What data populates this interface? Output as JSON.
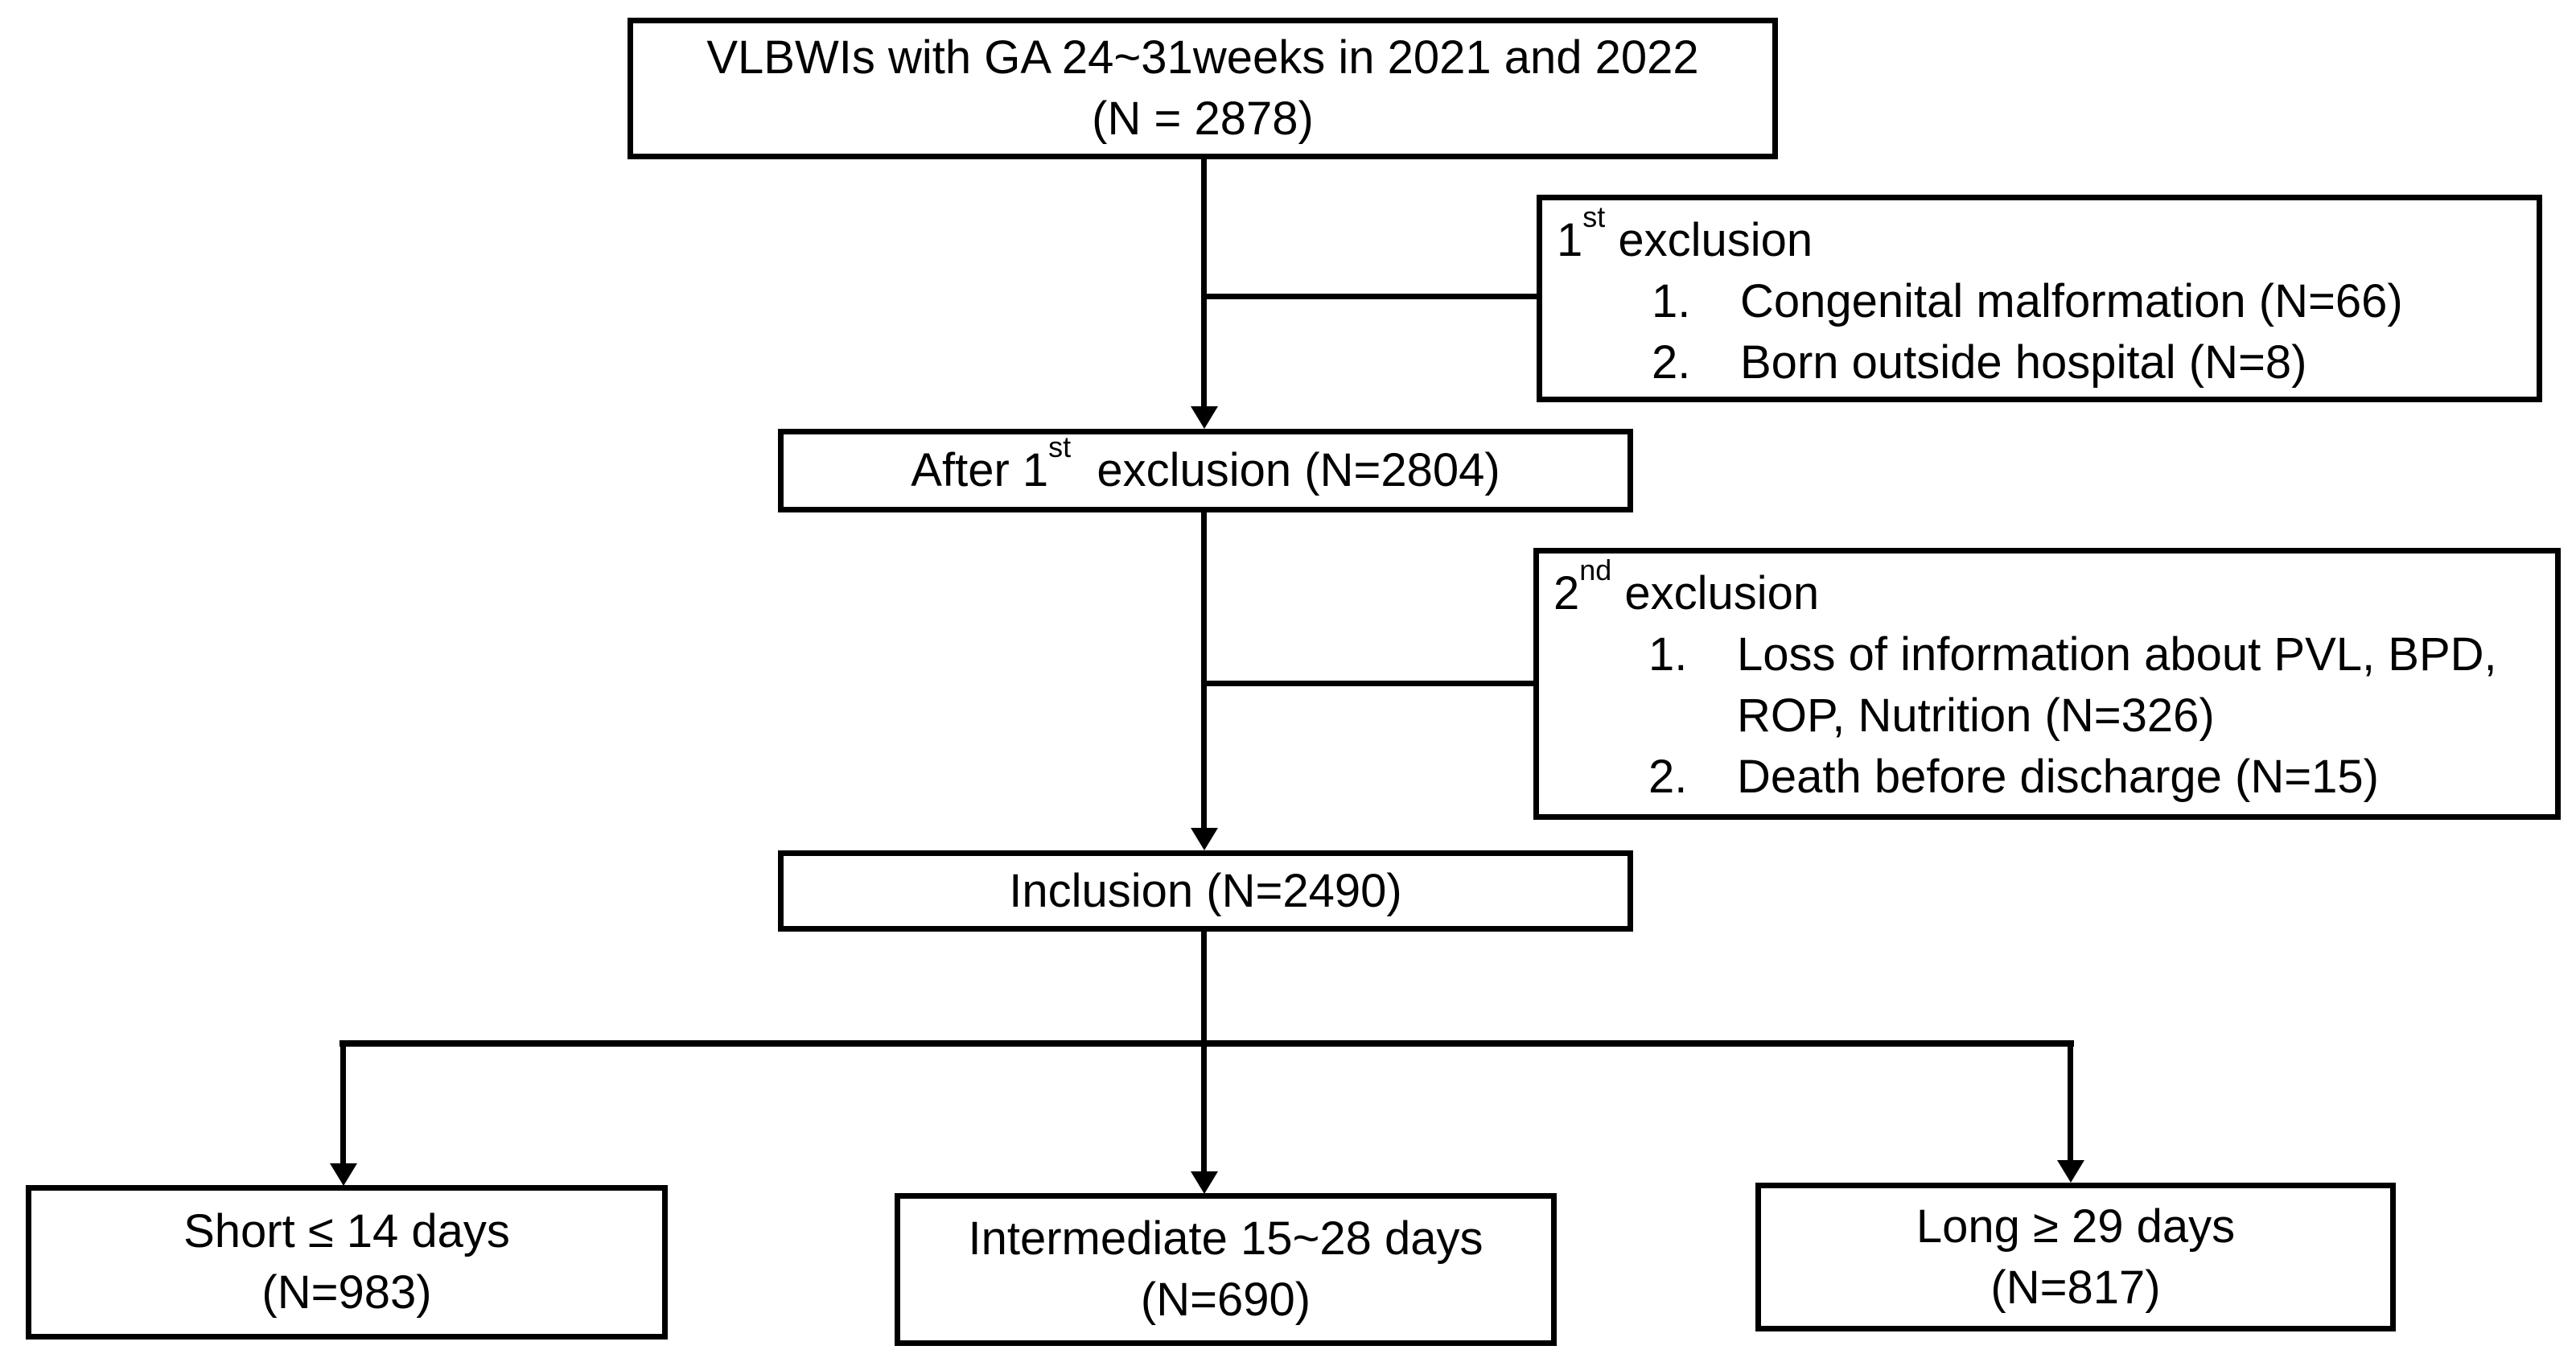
{
  "diagram": {
    "top_box": {
      "line1": "VLBWIs with GA 24~31weeks in 2021 and 2022",
      "line2": "(N = 2878)"
    },
    "exclusion1": {
      "title_pre": "1",
      "title_sup": "st",
      "title_post": " exclusion",
      "items": [
        {
          "num": "1.",
          "lines": [
            "Congenital malformation (N=66)"
          ]
        },
        {
          "num": "2.",
          "lines": [
            "Born outside hospital (N=8)"
          ]
        }
      ]
    },
    "after_exclusion1": {
      "pre": "After 1",
      "sup": "st",
      "post": "  exclusion (N=2804)"
    },
    "exclusion2": {
      "title_pre": "2",
      "title_sup": "nd",
      "title_post": " exclusion",
      "items": [
        {
          "num": "1.",
          "lines": [
            "Loss of information about PVL, BPD,",
            "ROP, Nutrition (N=326)"
          ]
        },
        {
          "num": "2.",
          "lines": [
            "Death before discharge (N=15)"
          ]
        }
      ]
    },
    "inclusion": {
      "label": "Inclusion (N=2490)"
    },
    "groups": [
      {
        "line1": "Short ≤ 14 days",
        "line2": "(N=983)"
      },
      {
        "line1": "Intermediate 15~28 days",
        "line2": "(N=690)"
      },
      {
        "line1": "Long ≥ 29 days",
        "line2": "(N=817)"
      }
    ],
    "colors": {
      "background": "#ffffff",
      "box_border": "#000000",
      "line": "#000000",
      "text": "#000000"
    }
  }
}
